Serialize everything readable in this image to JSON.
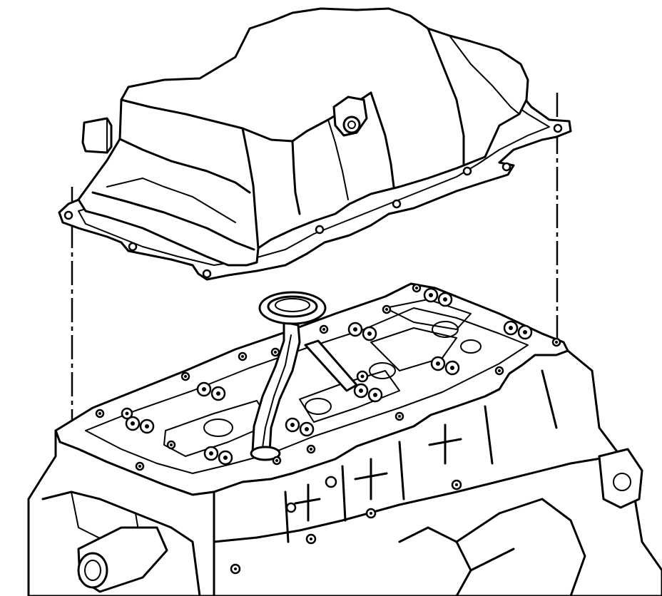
{
  "figure": {
    "subject": "oil-pan-installation-exploded-view",
    "parts": [
      "oil-pan",
      "oil-pan-gasket",
      "oil-pump-pickup-tube",
      "engine-block-lower",
      "alignment-guide-lines"
    ],
    "colors": {
      "ink": "#000000",
      "background": "#ffffff"
    }
  }
}
